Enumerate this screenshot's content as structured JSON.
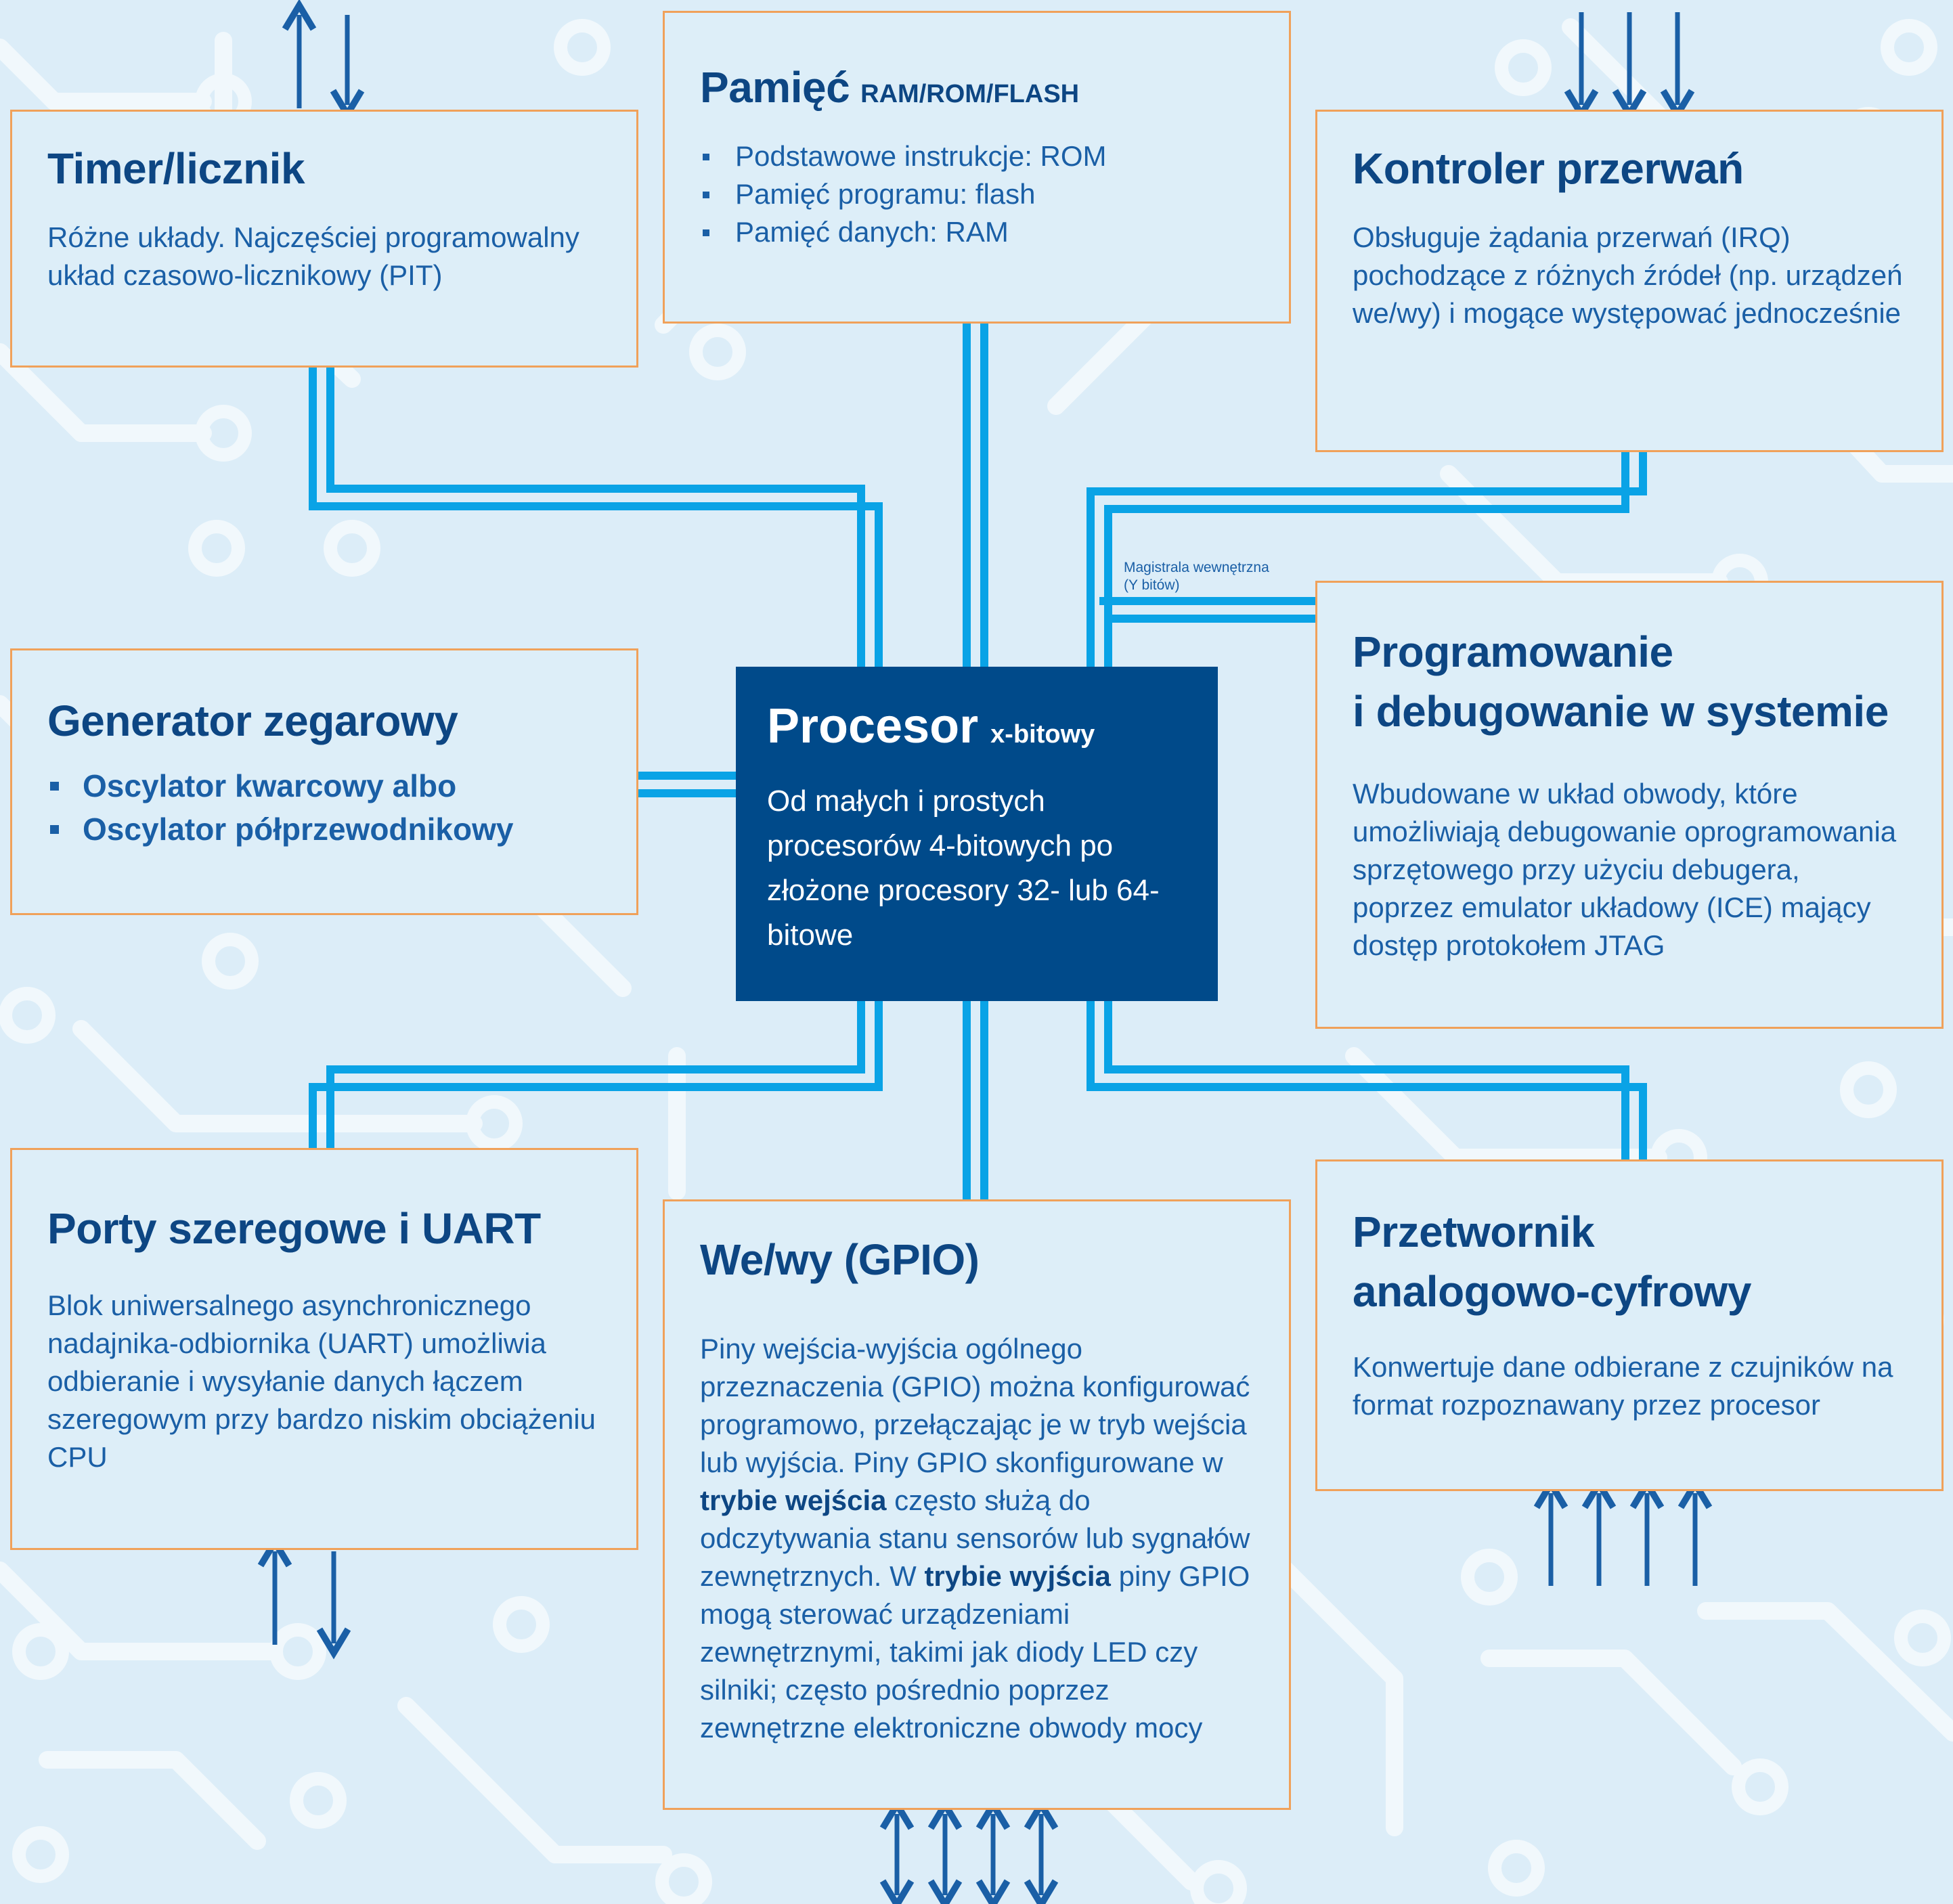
{
  "boxes": {
    "timer": {
      "title": "Timer/licznik",
      "text": "Różne układy. Najczęściej programowalny układ czasowo-licznikowy (PIT)"
    },
    "memory": {
      "title": "Pamięć",
      "subtitle": "RAM/ROM/FLASH",
      "items": [
        "Podstawowe instrukcje: ROM",
        "Pamięć programu: flash",
        "Pamięć danych: RAM"
      ]
    },
    "interrupt": {
      "title": "Kontroler przerwań",
      "text": "Obsługuje żądania przerwań (IRQ) pochodzące z różnych źródeł (np. urządzeń we/wy) i mogące występować jednocześnie"
    },
    "clock": {
      "title": "Generator zegarowy",
      "items": [
        "Oscylator kwarcowy albo",
        "Oscylator półprzewodnikowy"
      ]
    },
    "cpu": {
      "title": "Procesor",
      "subtitle": "x-bitowy",
      "text": "Od małych i prostych procesorów 4-bitowych po złożone procesory 32- lub 64-bitowe"
    },
    "debug": {
      "title_line1": "Programowanie",
      "title_line2": "i debugowanie w systemie",
      "text": "Wbudowane w układ obwody, które umożliwiają debugowanie oprogramowania sprzętowego przy użyciu debugera, poprzez emulator układowy (ICE) mający dostęp protokołem JTAG"
    },
    "uart": {
      "title": "Porty szeregowe i UART",
      "text": "Blok uniwersalnego asynchronicznego nadajnika-odbiornika (UART) umożliwia odbieranie i wysyłanie danych łączem szeregowym przy bardzo niskim obciążeniu CPU"
    },
    "gpio": {
      "title": "We/wy (GPIO)",
      "text_a": "Piny wejścia-wyjścia ogólnego przeznaczenia (GPIO) można konfigurować programowo, przełączając je w tryb wejścia lub wyjścia. Piny GPIO skonfigurowane w ",
      "bold_a": "trybie wejścia",
      "text_b": " często służą do odczytywania stanu sensorów lub sygnałów zewnętrznych. W ",
      "bold_b": "trybie wyjścia",
      "text_c": " piny GPIO mogą sterować urządzeniami zewnętrznymi, takimi jak diody LED czy silniki; często pośrednio poprzez zewnętrzne elektroniczne obwody mocy"
    },
    "adc": {
      "title_line1": "Przetwornik",
      "title_line2": "analogowo-cyfrowy",
      "text": "Konwertuje dane odbierane z czujników na format rozpoznawany przez procesor"
    }
  },
  "bus_label": {
    "line1": "Magistrala wewnętrzna",
    "line2": "(Y bitów)"
  },
  "colors": {
    "background": "#dcedf8",
    "box_fill": "#ddeef8",
    "box_border": "#f0a15a",
    "bus": "#0aa3e6",
    "arrow": "#1a5fa6",
    "heading": "#0d4683",
    "cpu_fill": "#004a8a"
  }
}
